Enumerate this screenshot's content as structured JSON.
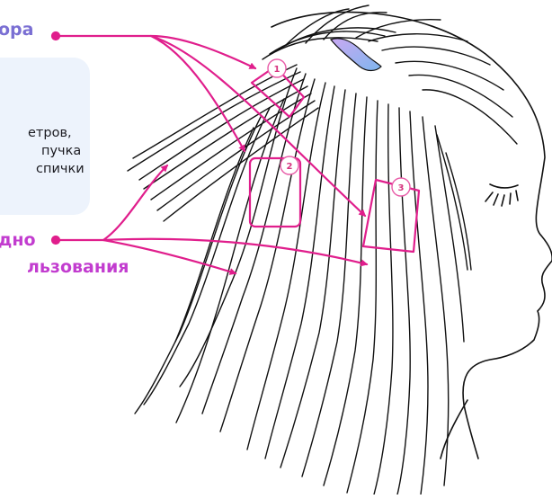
{
  "labels": {
    "top": "ора",
    "middle_line1": "дно",
    "middle_line2": "льзования"
  },
  "info_box": {
    "lines": [
      "етров,",
      "пучка",
      "спички"
    ]
  },
  "markers": [
    "1",
    "2",
    "3"
  ],
  "colors": {
    "arrow": "#e01e8c",
    "label_top": "#7a6fd3",
    "label_middle": "#c23ccf",
    "marker_border": "#e85ca8",
    "marker_text": "#d6337f",
    "clip": "#b89ee8",
    "info_box_bg": "#edf3fc",
    "line_art": "#111111"
  }
}
